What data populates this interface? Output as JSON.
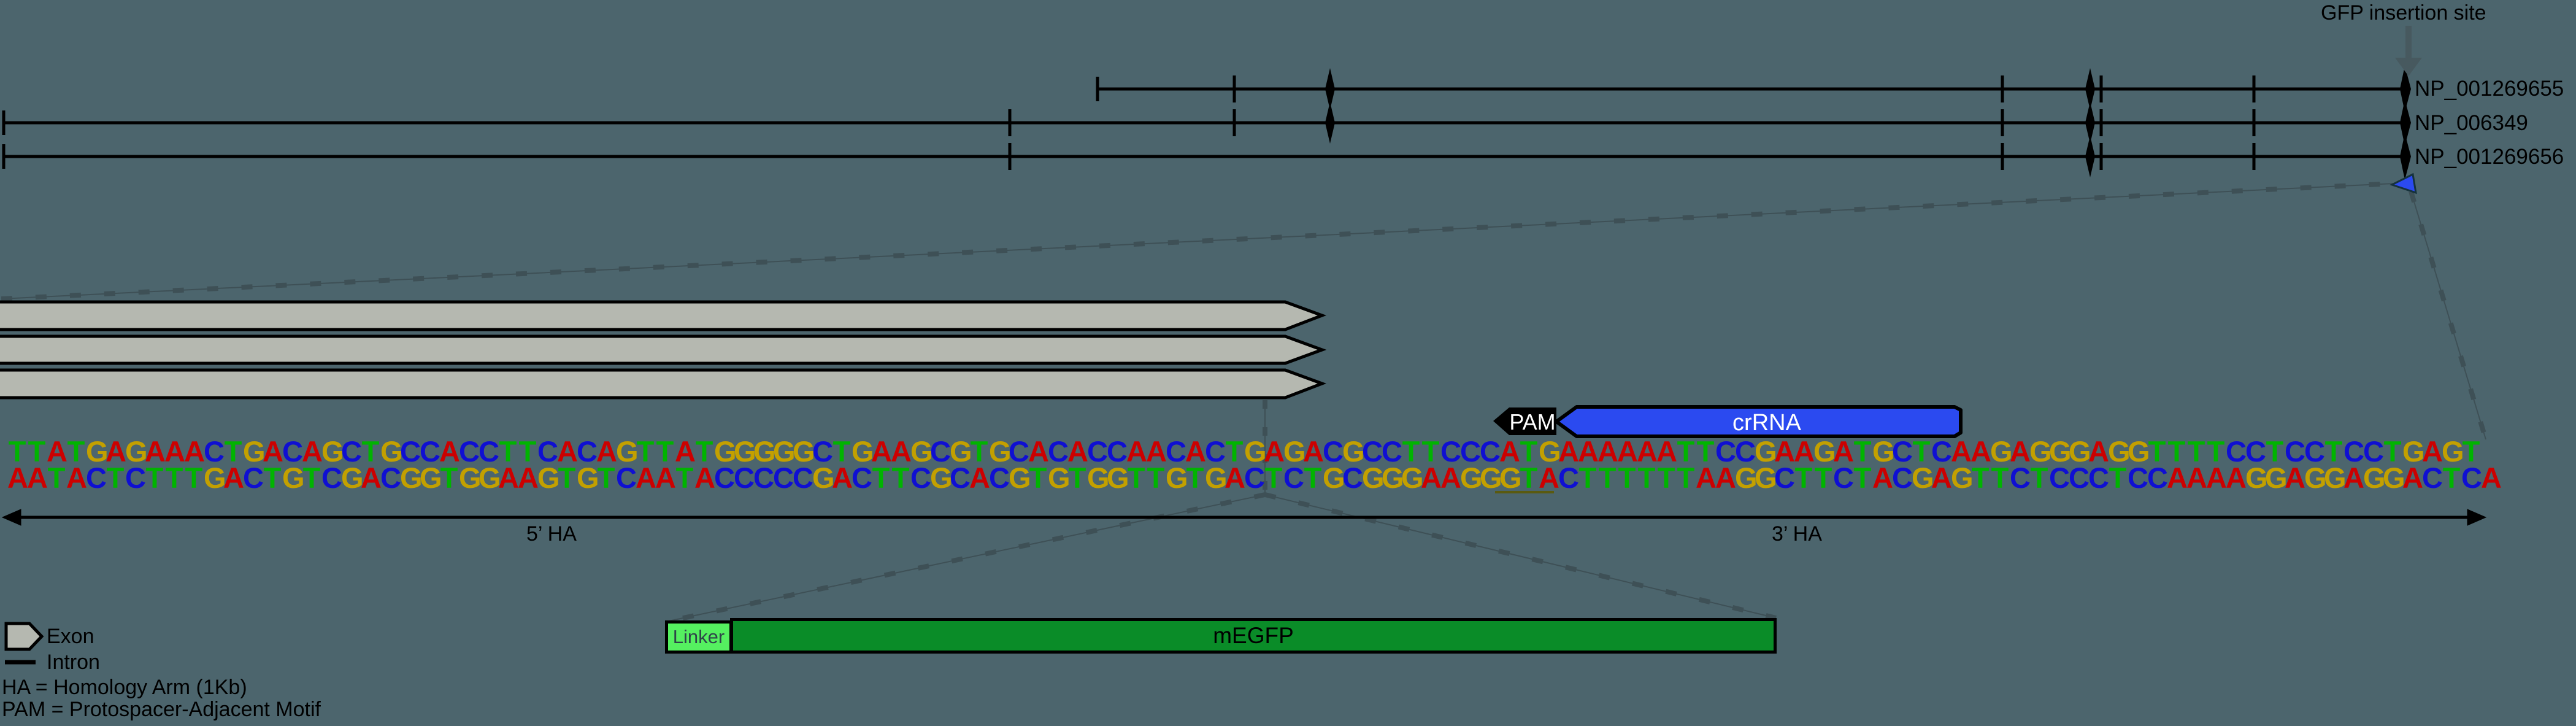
{
  "gfp_site_label": "GFP insertion site",
  "transcripts": {
    "t1": "NP_001269655",
    "t2": "NP_006349",
    "t3": "NP_001269656"
  },
  "annotations": {
    "pam": "PAM",
    "crrna": "crRNA",
    "ha5": "5’ HA",
    "ha3": "3’ HA",
    "linker": "Linker",
    "megfp": "mEGFP"
  },
  "sequence": {
    "top": "TTATGAGAAACTGACAGCTGCCACCTTCACAGTTATGGGGGCTGAAGCGTGCACACCAACACTGAGACGCCTTCCCATGAAAAAATTCCGAAGATGCTCAAGAGGGAGGTTTTCCTCCTCCTGAGT",
    "bottom": "AATACTCTTTGACTGTCGACGGTGGAAGTGTCAATACCCCCGACTTCGCACGTGTGGTTGTGACTCTGCGGGAAGGGTACTTTTTTAAGGCTTCTACGAGTTCTCCCTCCAAAAGGAGGAGGACTCA"
  },
  "legend": {
    "exon": "Exon",
    "intron": "Intron",
    "ha_def": "HA = Homology Arm (1Kb)",
    "pam_def": "PAM = Protospacer-Adjacent Motif"
  },
  "colors": {
    "A": "#cc0000",
    "T": "#00b400",
    "G": "#c3a000",
    "C": "#0f0fd2",
    "background": "#4c656d",
    "crrna_fill": "#2b4af0",
    "exon_fill": "#b5b8b0",
    "megfp_fill": "#0a8c28",
    "linker_fill": "#55f060",
    "insert_arrow": "#47595f",
    "pam_underline": "#5a5a10",
    "crrna_marker": "#2b4af0"
  }
}
